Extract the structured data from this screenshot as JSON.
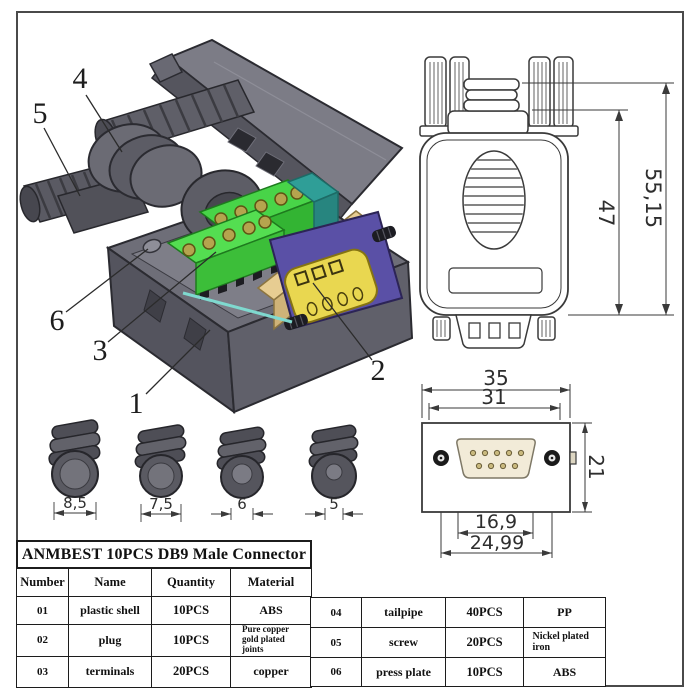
{
  "drawing": {
    "callouts": [
      "1",
      "2",
      "3",
      "4",
      "5",
      "6"
    ],
    "top_view_dims": {
      "inner_height": "47",
      "total_height": "55,15"
    },
    "front_view_dims": {
      "outer_width": "35",
      "inner_width": "31",
      "height": "21",
      "pin_span": "16,9",
      "screw_span": "24,99"
    },
    "grommet_sizes": [
      "8,5",
      "7,5",
      "6",
      "5"
    ]
  },
  "table": {
    "title": "ANMBEST 10PCS DB9 Male Connector",
    "headers": [
      "Number",
      "Name",
      "Quantity",
      "Material"
    ],
    "rows_left": [
      {
        "number": "01",
        "name": "plastic shell",
        "qty": "10PCS",
        "material": "ABS"
      },
      {
        "number": "02",
        "name": "plug",
        "qty": "10PCS",
        "material": "Pure copper gold plated joints"
      },
      {
        "number": "03",
        "name": "terminals",
        "qty": "20PCS",
        "material": "copper"
      }
    ],
    "rows_right": [
      {
        "number": "04",
        "name": "tailpipe",
        "qty": "40PCS",
        "material": "PP"
      },
      {
        "number": "05",
        "name": "screw",
        "qty": "20PCS",
        "material": "Nickel plated iron"
      },
      {
        "number": "06",
        "name": "press plate",
        "qty": "10PCS",
        "material": "ABS"
      }
    ]
  },
  "colors": {
    "shell_gray": "#6a6a74",
    "terminal_green": "#4cd64a",
    "connector_yellow": "#e8d64e",
    "plate_purple": "#5a50a6",
    "press_plate_tan": "#e0c88e",
    "teal_accent": "#2f9e97",
    "line_color": "#3a3a3a"
  }
}
